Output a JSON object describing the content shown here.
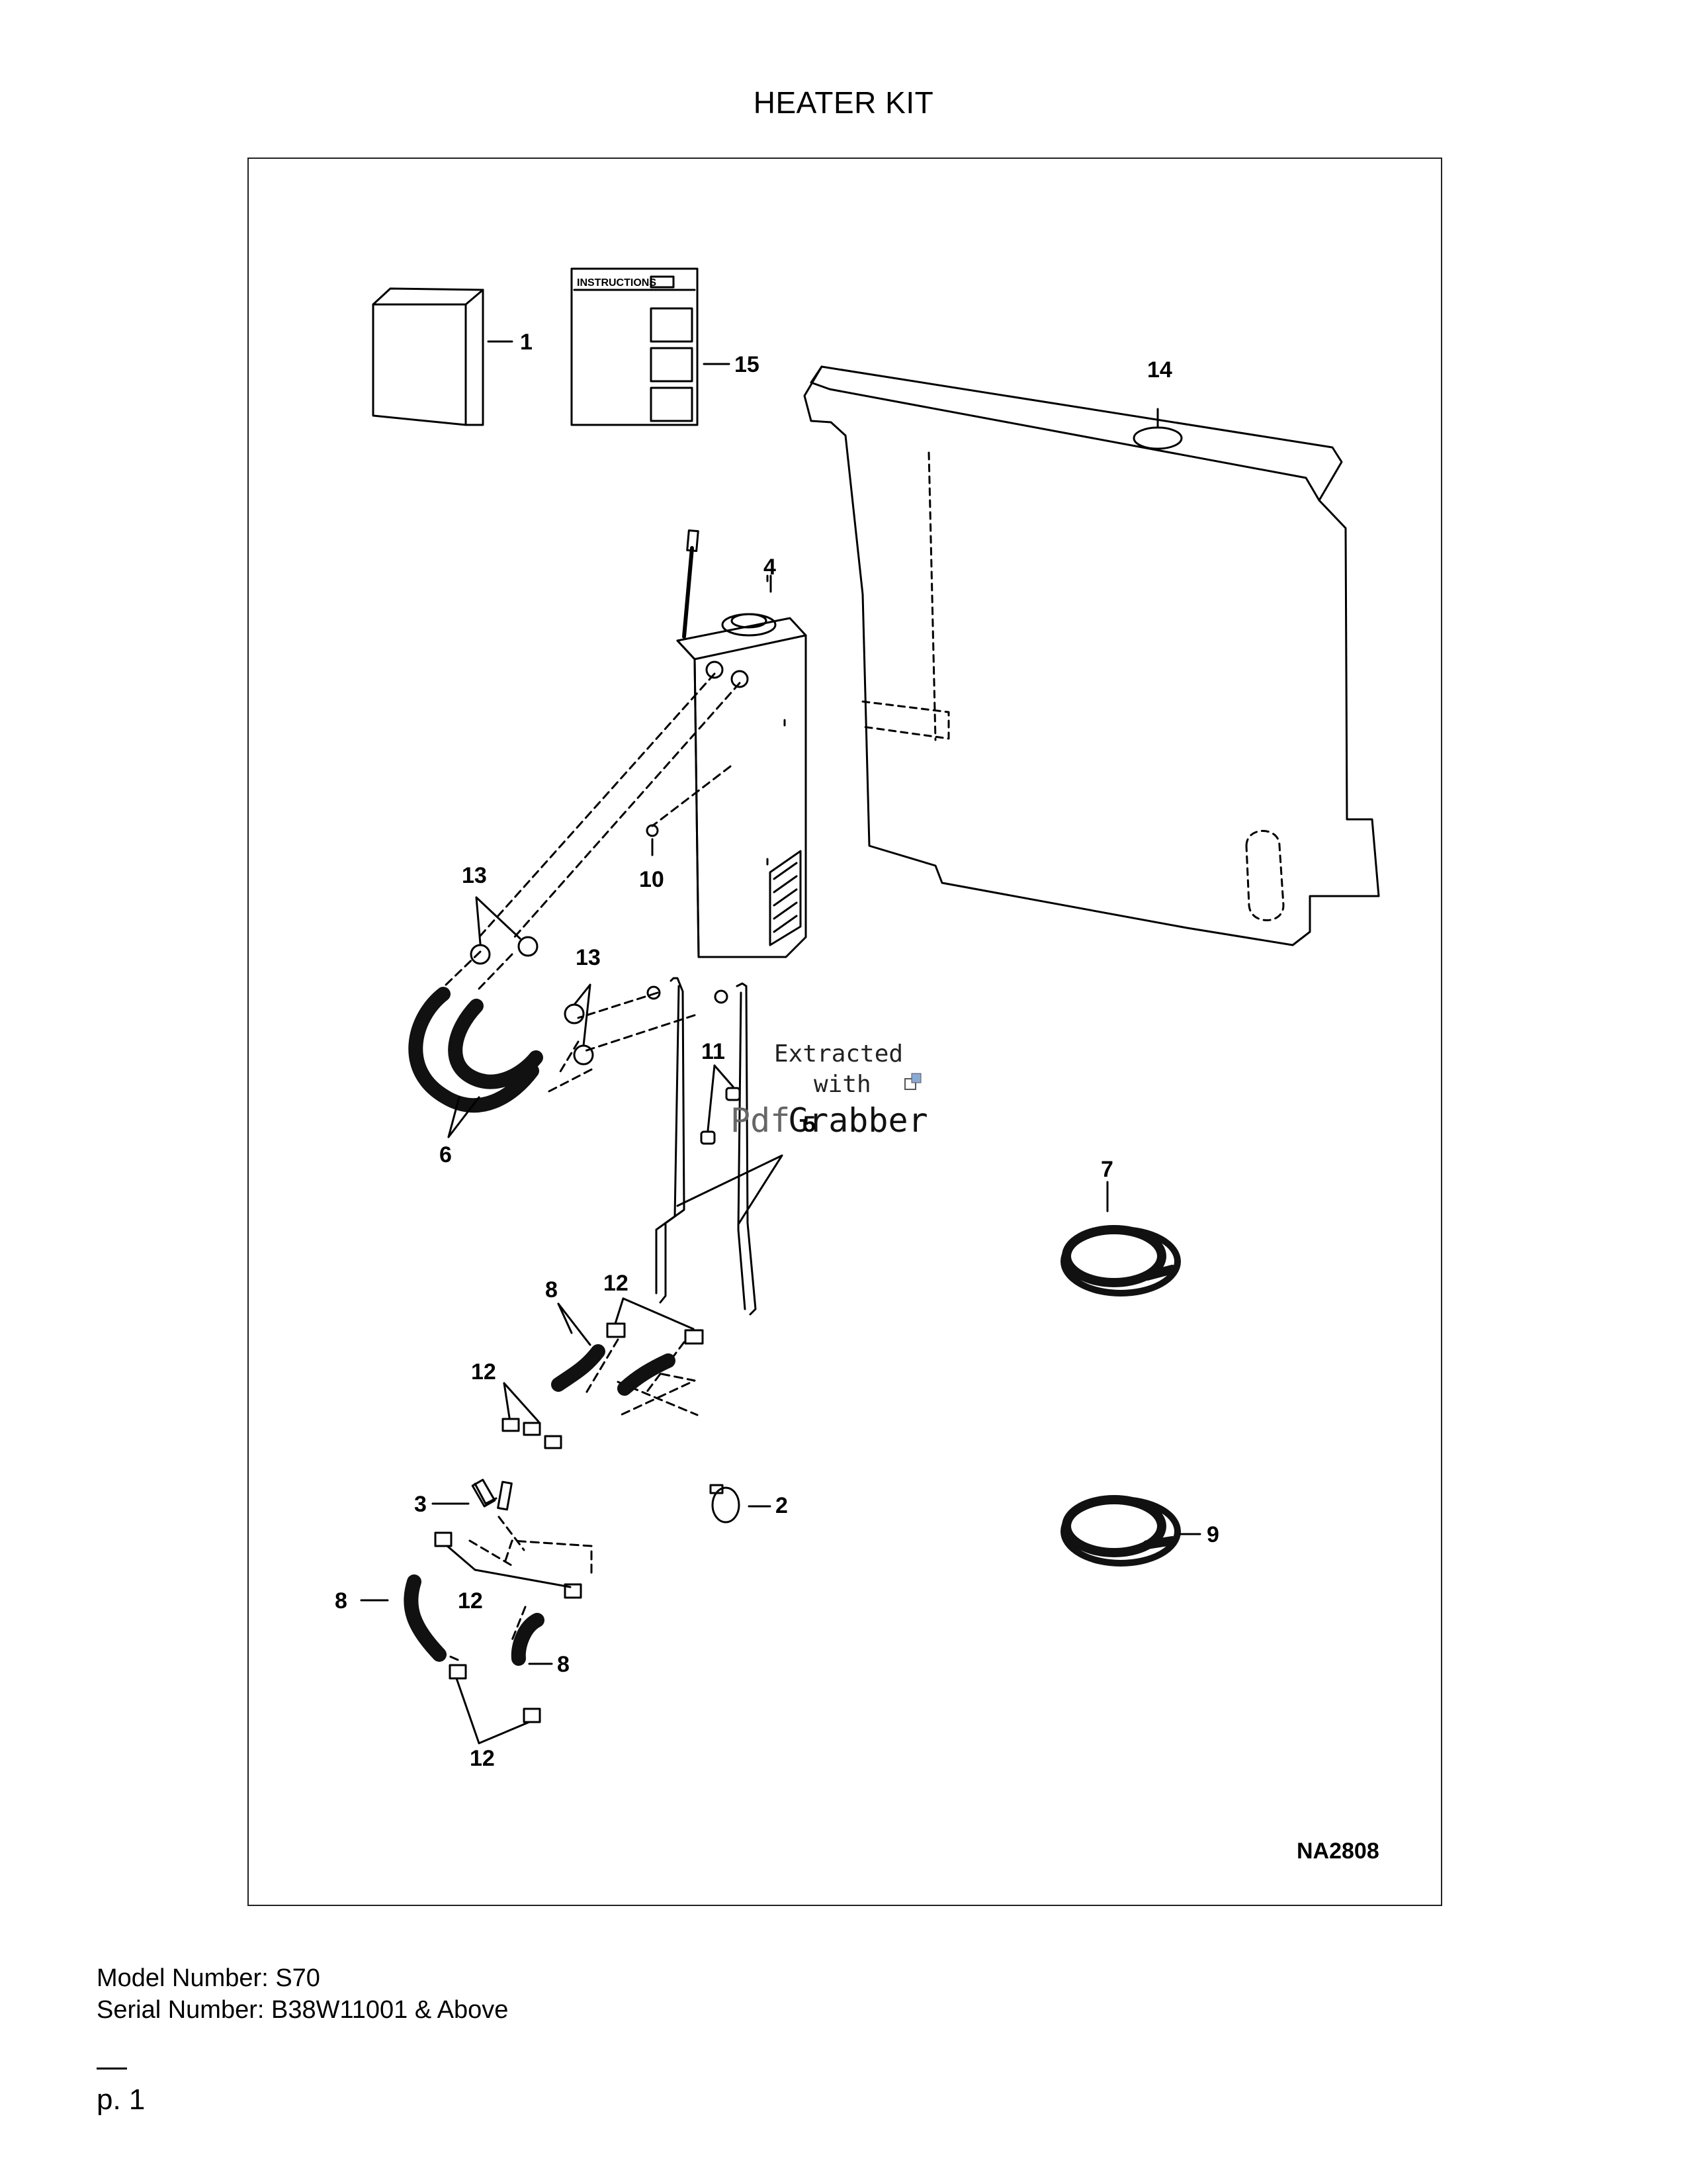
{
  "page_title": "HEATER KIT",
  "figure": {
    "figure_id": "NA2808",
    "callouts": {
      "c1": "1",
      "c2": "2",
      "c3": "3",
      "c4": "4",
      "c6": "6",
      "c7": "7",
      "c8a": "8",
      "c8b": "8",
      "c8c": "8",
      "c9": "9",
      "c10": "10",
      "c11": "11",
      "c12a": "12",
      "c12b": "12",
      "c12c": "12",
      "c12d": "12",
      "c13a": "13",
      "c13b": "13",
      "c14": "14",
      "c15": "15",
      "c5": "5"
    },
    "instructions_sheet_heading": "INSTRUCTIONS",
    "watermark": {
      "line1": "Extracted",
      "line2": "with",
      "brand_a": "Pdf",
      "brand_b": "Grabber"
    }
  },
  "footer": {
    "model": "Model Number: S70",
    "serial": "Serial Number: B38W11001 & Above",
    "page": "p. 1"
  }
}
